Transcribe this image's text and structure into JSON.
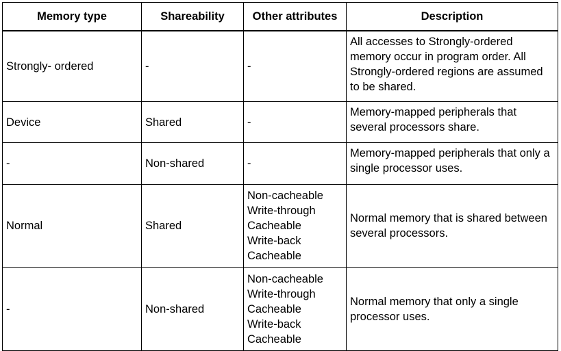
{
  "table": {
    "headers": [
      "Memory type",
      "Shareability",
      "Other attributes",
      "Description"
    ],
    "rows": [
      {
        "memory_type": "Strongly- ordered",
        "shareability": "-",
        "other_attributes": [
          "-"
        ],
        "description": "All accesses to Strongly-ordered memory occur in program order. All Strongly-ordered regions are assumed to be shared."
      },
      {
        "memory_type": "Device",
        "shareability": "Shared",
        "other_attributes": [
          "-"
        ],
        "description": "Memory-mapped peripherals that several processors share."
      },
      {
        "memory_type": "-",
        "shareability": "Non-shared",
        "other_attributes": [
          "-"
        ],
        "description": "Memory-mapped peripherals that only a single processor uses."
      },
      {
        "memory_type": "Normal",
        "shareability": "Shared",
        "other_attributes": [
          "Non-cacheable",
          "Write-through",
          "Cacheable",
          "Write-back",
          "Cacheable"
        ],
        "description": "Normal memory that is shared between several processors."
      },
      {
        "memory_type": "-",
        "shareability": "Non-shared",
        "other_attributes": [
          "Non-cacheable",
          "Write-through",
          "Cacheable",
          "Write-back",
          "Cacheable"
        ],
        "description": "Normal memory that only a single processor uses."
      }
    ]
  }
}
